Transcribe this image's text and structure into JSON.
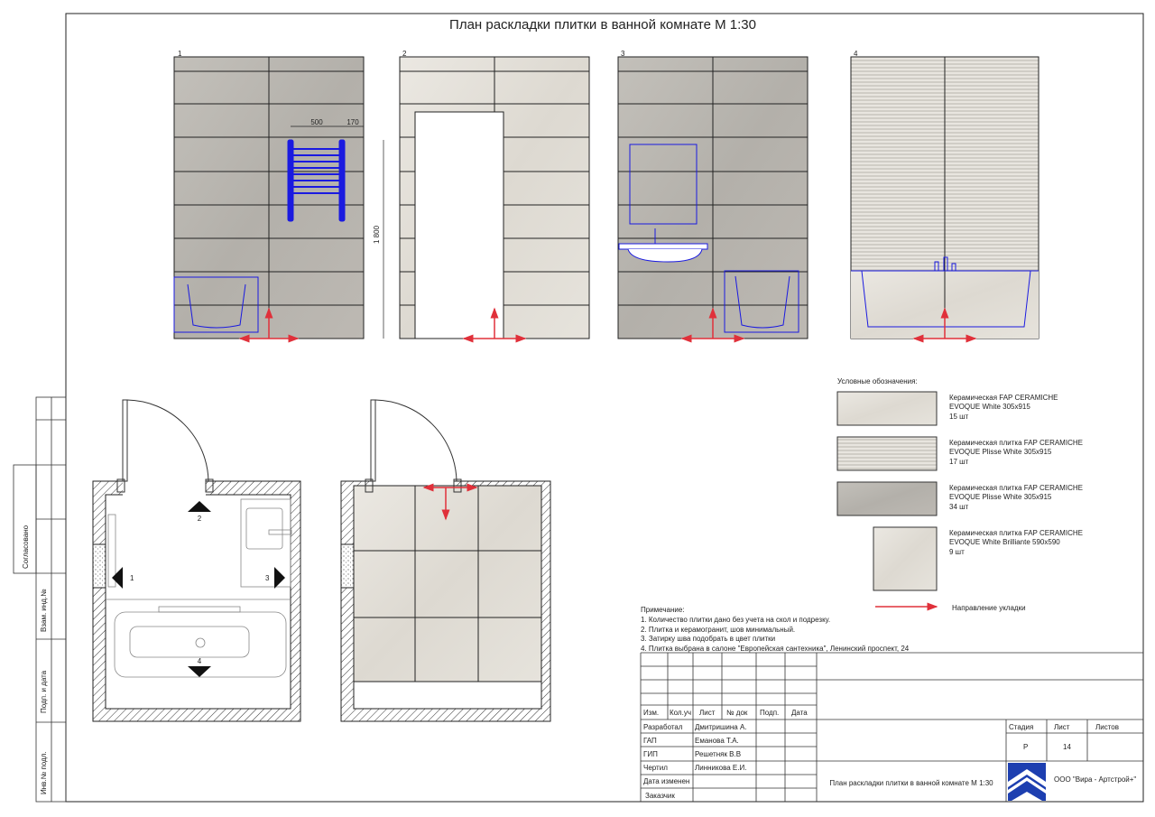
{
  "title": "План раскладки плитки в ванной комнате М 1:30",
  "elevations": [
    {
      "label": "1",
      "tile": "gray"
    },
    {
      "label": "2",
      "tile": "white"
    },
    {
      "label": "3",
      "tile": "gray"
    },
    {
      "label": "4",
      "tile": "plisse"
    }
  ],
  "dimensions": {
    "rail_width": "500",
    "rail_offset": "170",
    "door_height": "1 800"
  },
  "plan_markers": [
    "1",
    "2",
    "3",
    "4"
  ],
  "legend": {
    "title": "Условные обозначения:",
    "items": [
      {
        "line1": "Керамическая FAP CERAMICHE",
        "line2": "EVOQUE White 305x915",
        "qty": "15 шт"
      },
      {
        "line1": "Керамическая плитка FAP CERAMICHE",
        "line2": "EVOQUE Plisse White 305x915",
        "qty": "17 шт"
      },
      {
        "line1": "Керамическая плитка FAP CERAMICHE",
        "line2": "EVOQUE Plisse White 305x915",
        "qty": "34 шт"
      },
      {
        "line1": "Керамическая плитка FAP CERAMICHE",
        "line2": "EVOQUE White Brilliante 590x590",
        "qty": "9 шт"
      }
    ],
    "direction": "Направление укладки"
  },
  "notes": {
    "heading": "Примечание:",
    "items": [
      "1. Количество плитки дано без учета на скол и подрезку.",
      "2. Плитка и керамогранит, шов минимальный.",
      "3. Затирку шва подобрать в цвет плитки",
      "4. Плитка выбрана в салоне \"Европейская сантехника\", Ленинский проспект, 24"
    ]
  },
  "stamp": {
    "agreed": "Согласовано",
    "vzam": "Взам. инд.№",
    "podp": "Подп. и дата",
    "inv": "Инв.№ подл."
  },
  "title_block": {
    "headers": [
      "Изм.",
      "Кол.уч",
      "Лист",
      "№ док",
      "Подп.",
      "Дата"
    ],
    "roles": [
      {
        "role": "Разработал",
        "name": "Дмитришина А."
      },
      {
        "role": "ГАП",
        "name": "Еманова Т.А."
      },
      {
        "role": "ГИП",
        "name": "Решетняк В.В"
      },
      {
        "role": "Чертил",
        "name": "Линникова Е.И."
      },
      {
        "role": "Дата изменен",
        "name": ""
      },
      {
        "role": "Заказчик",
        "name": ""
      }
    ],
    "stage_label": "Стадия",
    "sheet_label": "Лист",
    "sheets_label": "Листов",
    "stage": "Р",
    "sheet": "14",
    "drawing_title": "План раскладки плитки в ванной комнате М 1:30",
    "company": "ООО \"Вира - Артстрой+\""
  },
  "colors": {
    "arrow": "#e0303a",
    "fixture": "#1a1ae0",
    "logo": "#1d3fb0"
  }
}
